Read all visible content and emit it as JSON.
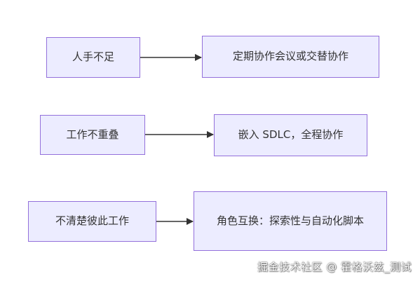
{
  "diagram": {
    "rows": [
      {
        "from": "人手不足",
        "to": "定期协作会议或交替协作"
      },
      {
        "from": "工作不重叠",
        "to": "嵌入 SDLC，全程协作"
      },
      {
        "from": "不清楚彼此工作",
        "to": "角色互换：探索性与自动化脚本"
      }
    ]
  },
  "watermark": "掘金技术社区 @ 霍格沃兹_测试",
  "colors": {
    "node_fill": "#ECECFF",
    "node_border": "#9370DB",
    "edge": "#333333",
    "text": "#333333"
  }
}
